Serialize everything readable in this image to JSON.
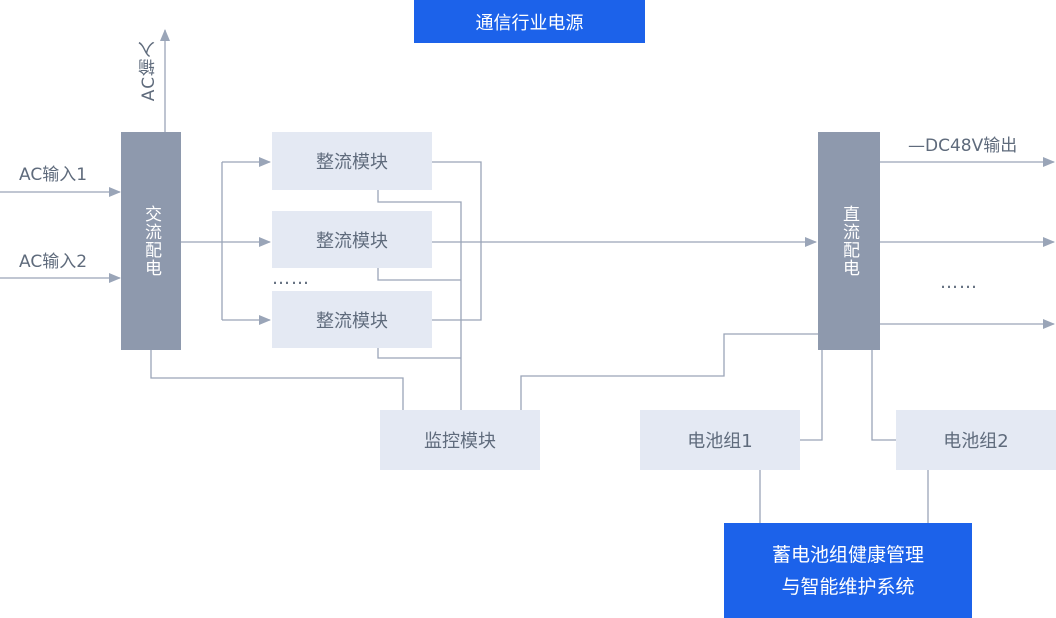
{
  "title": "通信行业电源",
  "ac_output_label": "AC输入",
  "ac_inputs": [
    "AC输入1",
    "AC输入2"
  ],
  "ac_distribution": "交流配电",
  "rectifiers": [
    "整流模块",
    "整流模块",
    "整流模块"
  ],
  "rectifier_ellipsis": "……",
  "monitor": "监控模块",
  "dc_distribution": "直流配电",
  "dc_output_label": "—DC48V输出",
  "dc_ellipsis": "……",
  "batteries": [
    "电池组1",
    "电池组2"
  ],
  "bms": {
    "line1": "蓄电池组健康管理",
    "line2": "与智能维护系统"
  },
  "colors": {
    "accent_blue": "#1c62ea",
    "distribution_panel": "#8e99ad",
    "module_box": "#e4e9f3",
    "connector": "#9aa5b8"
  }
}
